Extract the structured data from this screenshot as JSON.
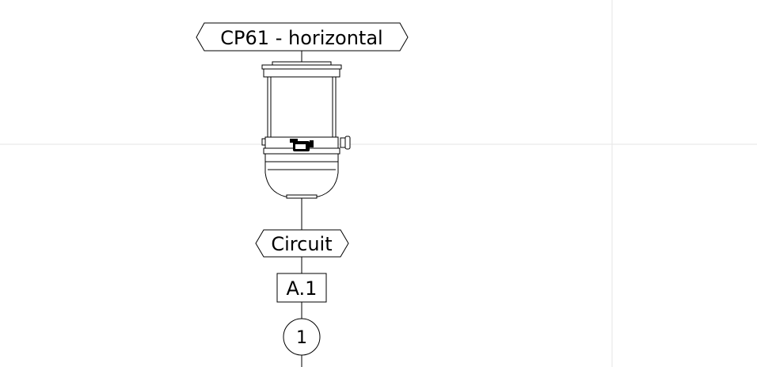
{
  "diagram": {
    "fixture_label": "CP61 - horizontal",
    "circuit_label": "Circuit",
    "circuit_id": "A.1",
    "unit_number": "1"
  },
  "colors": {
    "line": "#000000",
    "guide": "#e6e6e6",
    "background": "#ffffff"
  },
  "icons": {
    "fixture": "fresnel-lantern-icon"
  }
}
